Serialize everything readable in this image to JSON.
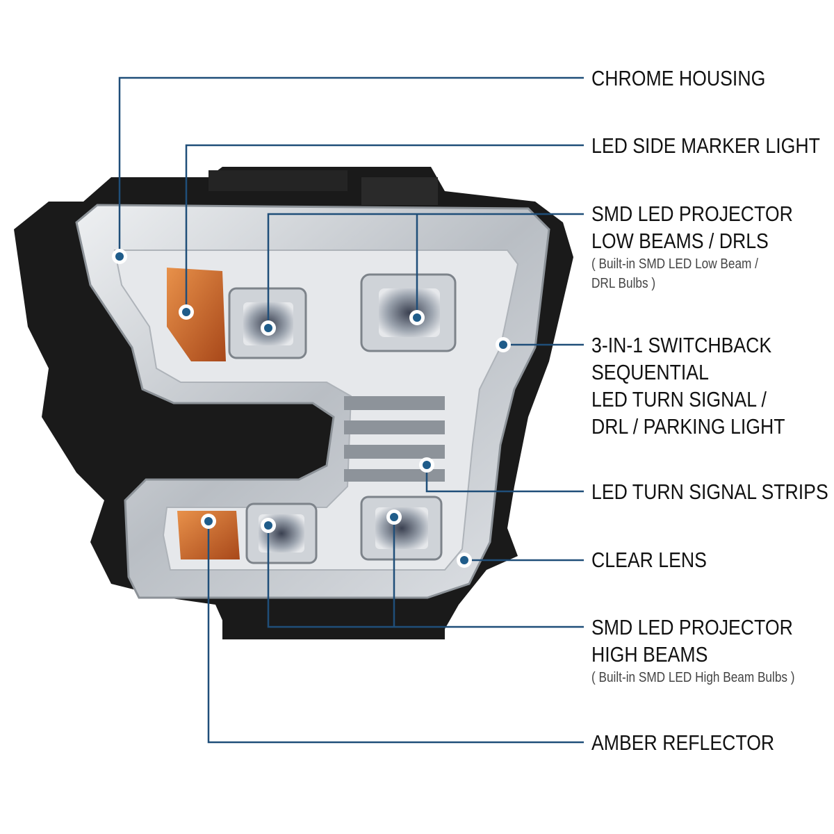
{
  "colors": {
    "leader": "#1f4e79",
    "dot_outer": "#ffffff",
    "dot_inner": "#1f5c8a",
    "housing_black": "#1a1a1a",
    "chrome": "#c9ccd1",
    "amber": "#c8641e"
  },
  "callouts": [
    {
      "id": "chrome-housing",
      "lines": [
        "CHROME HOUSING"
      ],
      "sub": ""
    },
    {
      "id": "led-side-marker",
      "lines": [
        "LED SIDE MARKER LIGHT"
      ],
      "sub": ""
    },
    {
      "id": "low-beams",
      "lines": [
        "SMD LED PROJECTOR",
        "LOW BEAMS / DRLS"
      ],
      "sub": "( Built-in SMD LED Low Beam /",
      "sub2": "DRL Bulbs )"
    },
    {
      "id": "switchback",
      "lines": [
        "3-IN-1 SWITCHBACK",
        "SEQUENTIAL",
        "LED TURN SIGNAL /",
        "DRL / PARKING LIGHT"
      ],
      "sub": ""
    },
    {
      "id": "turn-strips",
      "lines": [
        "LED TURN SIGNAL STRIPS"
      ],
      "sub": ""
    },
    {
      "id": "clear-lens",
      "lines": [
        "CLEAR LENS"
      ],
      "sub": ""
    },
    {
      "id": "high-beams",
      "lines": [
        "SMD LED PROJECTOR",
        "HIGH BEAMS"
      ],
      "sub": "( Built-in SMD LED High Beam Bulbs )"
    },
    {
      "id": "amber-reflector",
      "lines": [
        "AMBER REFLECTOR"
      ],
      "sub": ""
    }
  ]
}
